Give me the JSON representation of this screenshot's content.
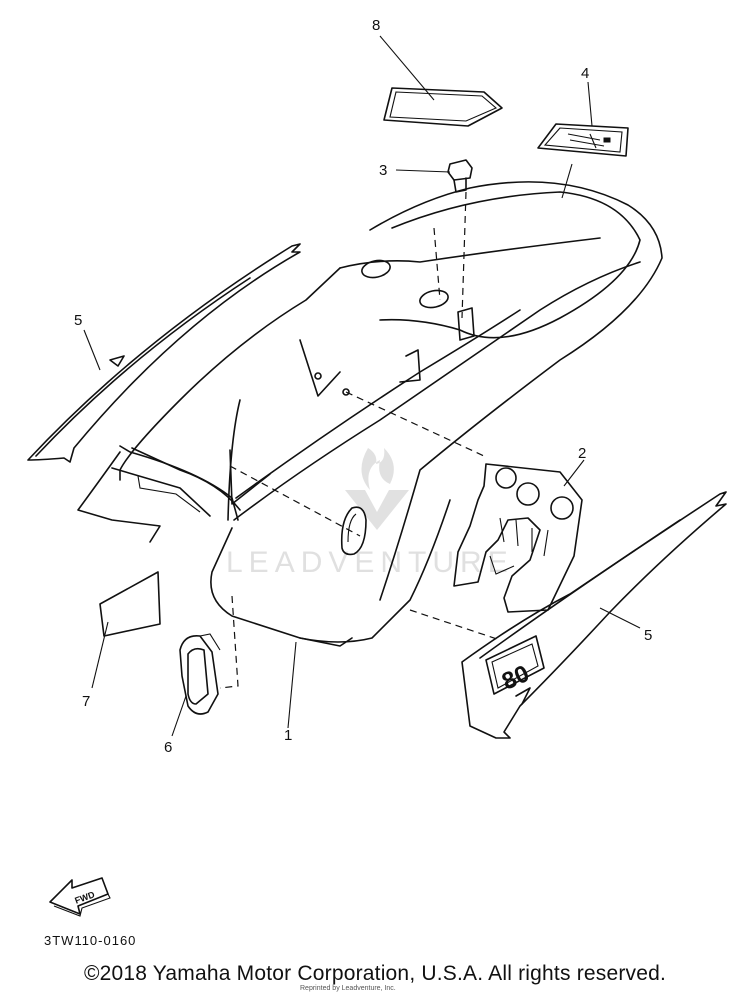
{
  "diagram": {
    "part_code": "3TW110-0160",
    "copyright": "©2018 Yamaha Motor Corporation, U.S.A. All rights reserved.",
    "reprint_note": "Reprinted by Leadventure, Inc.",
    "watermark": "LEADVENTURE",
    "fwd_label": "FWD",
    "decal_number": "80",
    "callouts": {
      "c1": "1",
      "c2": "2",
      "c3": "3",
      "c4": "4",
      "c5a": "5",
      "c5b": "5",
      "c6": "6",
      "c7": "7",
      "c8": "8"
    }
  }
}
